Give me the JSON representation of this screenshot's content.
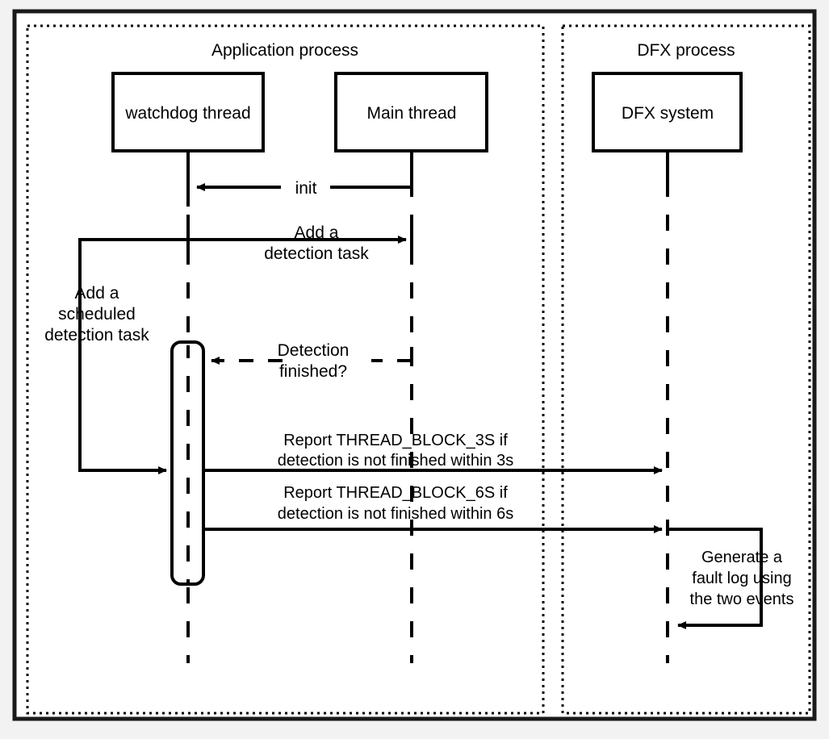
{
  "diagram": {
    "type": "uml-sequence-diagram",
    "title": "",
    "frames": [
      {
        "id": "application-process",
        "label": "Application process"
      },
      {
        "id": "dfx-process",
        "label": "DFX process"
      }
    ],
    "participants": [
      {
        "id": "watchdog-thread",
        "label": "watchdog thread",
        "frame": "application-process"
      },
      {
        "id": "main-thread",
        "label": "Main thread",
        "frame": "application-process"
      },
      {
        "id": "dfx-system",
        "label": "DFX system",
        "frame": "dfx-process"
      }
    ],
    "messages": [
      {
        "id": "init",
        "label": "init",
        "from": "main-thread",
        "to": "watchdog-thread",
        "style": "solid",
        "direction": "left"
      },
      {
        "id": "add-a-detection-task",
        "label_line1": "Add a",
        "label_line2": "detection task",
        "from": "watchdog-thread",
        "to": "main-thread",
        "style": "solid",
        "direction": "right"
      },
      {
        "id": "add-a-scheduled-detection-task",
        "label_line1": "Add a",
        "label_line2": "scheduled",
        "label_line3": "detection task",
        "from": "watchdog-thread",
        "to": "watchdog-thread",
        "style": "solid",
        "direction": "self-loop-left"
      },
      {
        "id": "detection-finished",
        "label_line1": "Detection",
        "label_line2": "finished?",
        "from": "main-thread",
        "to": "watchdog-thread",
        "style": "dashed",
        "direction": "left"
      },
      {
        "id": "report-thread-block-3s",
        "label_line1": "Report THREAD_BLOCK_3S if",
        "label_line2": "detection is not finished within 3s",
        "from": "watchdog-thread",
        "to": "dfx-system",
        "style": "solid",
        "direction": "right"
      },
      {
        "id": "report-thread-block-6s",
        "label_line1": "Report THREAD_BLOCK_6S if",
        "label_line2": "detection is not finished within 6s",
        "from": "watchdog-thread",
        "to": "dfx-system",
        "style": "solid",
        "direction": "right"
      },
      {
        "id": "generate-a-fault-log",
        "label_line1": "Generate a",
        "label_line2": "fault log using",
        "label_line3": "the two events",
        "from": "dfx-system",
        "to": "dfx-system",
        "style": "solid",
        "direction": "self-loop-right"
      }
    ],
    "activations": [
      {
        "id": "watchdog-activation",
        "participant": "watchdog-thread"
      }
    ],
    "colors": {
      "stroke": "#000000",
      "background": "#ffffff",
      "page_background": "#f2f2f2",
      "frame_border": "#000000"
    }
  }
}
